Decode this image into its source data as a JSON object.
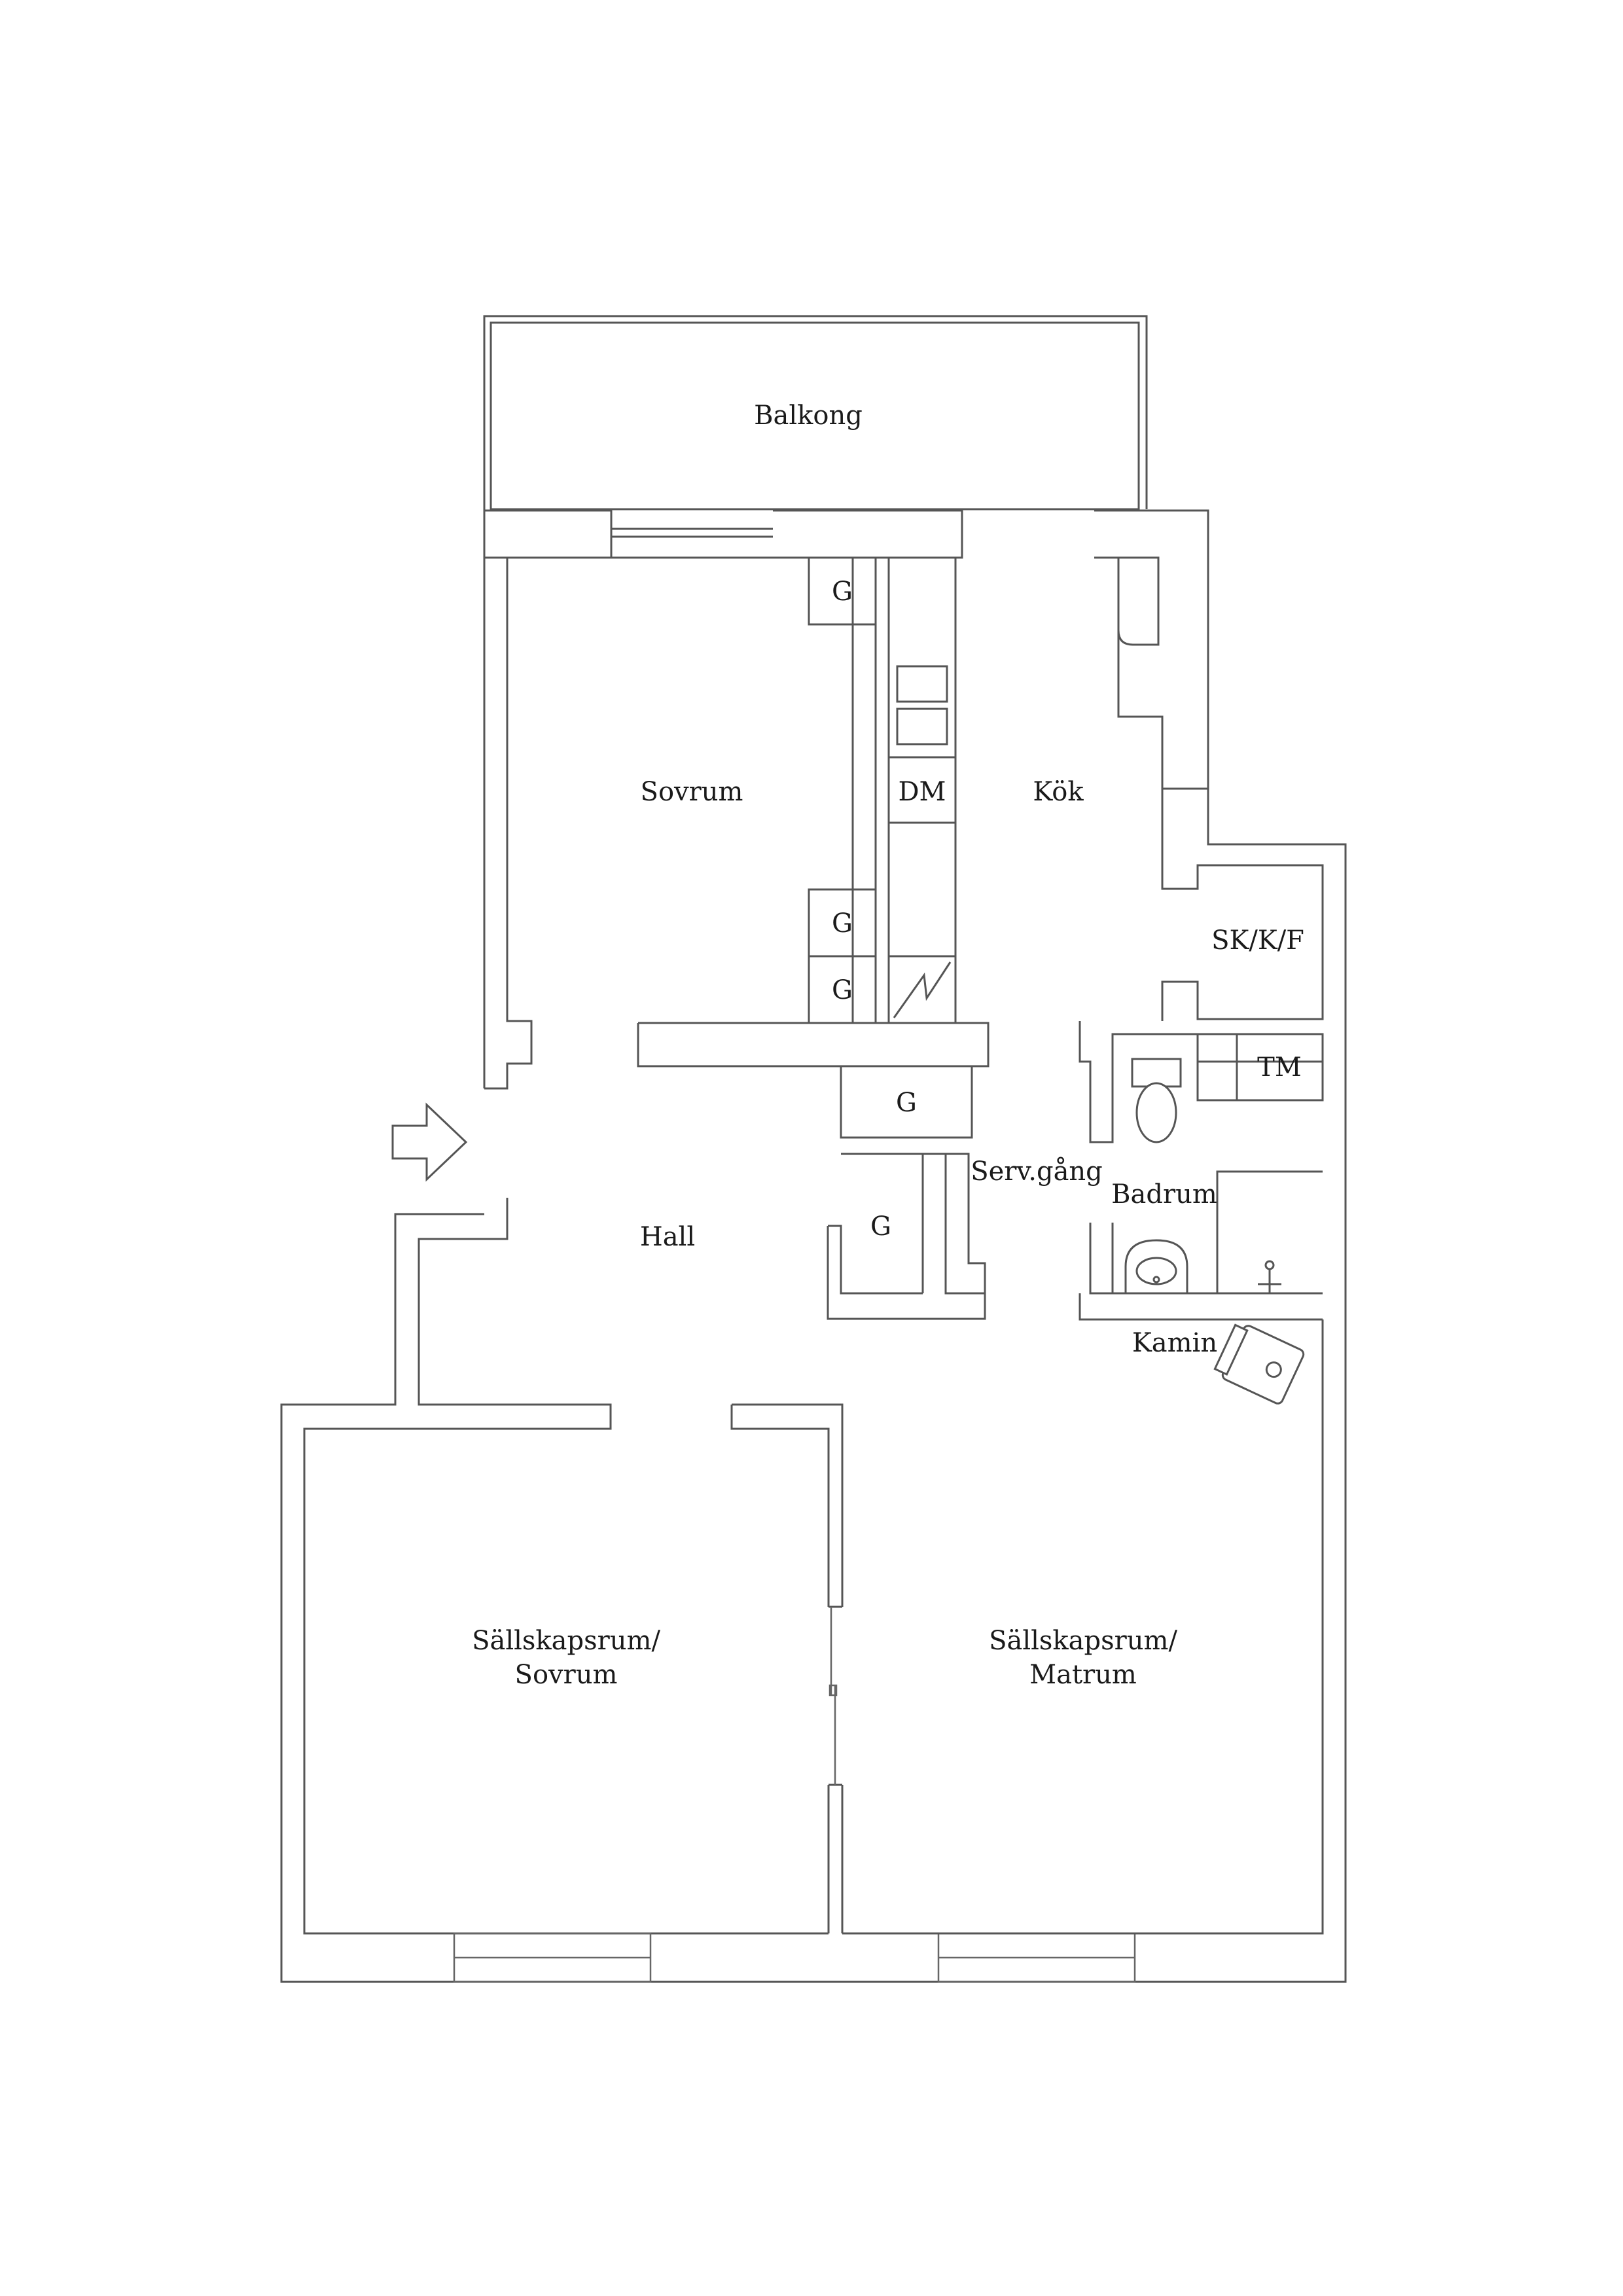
{
  "rooms": {
    "balkong": "Balkong",
    "sovrum": "Sovrum",
    "kok": "Kök",
    "dm": "DM",
    "skkf": "SK/K/F",
    "tm": "TM",
    "hall": "Hall",
    "servgang": "Serv.gång",
    "badrum": "Badrum",
    "kamin": "Kamin",
    "sallskap_sovrum_1": "Sällskapsrum/",
    "sallskap_sovrum_2": "Sovrum",
    "sallskap_matrum_1": "Sällskapsrum/",
    "sallskap_matrum_2": "Matrum"
  },
  "closets": {
    "g1": "G",
    "g2": "G",
    "g3": "G",
    "g4": "G",
    "g5": "G"
  },
  "colors": {
    "wall_stroke": "#555555",
    "text": "#1a1a1a",
    "background": "#ffffff"
  },
  "icons": [
    "entrance-arrow-icon",
    "electrical-panel-icon",
    "toilet-icon",
    "sink-icon",
    "shower-icon",
    "fireplace-icon",
    "stove-icon"
  ]
}
